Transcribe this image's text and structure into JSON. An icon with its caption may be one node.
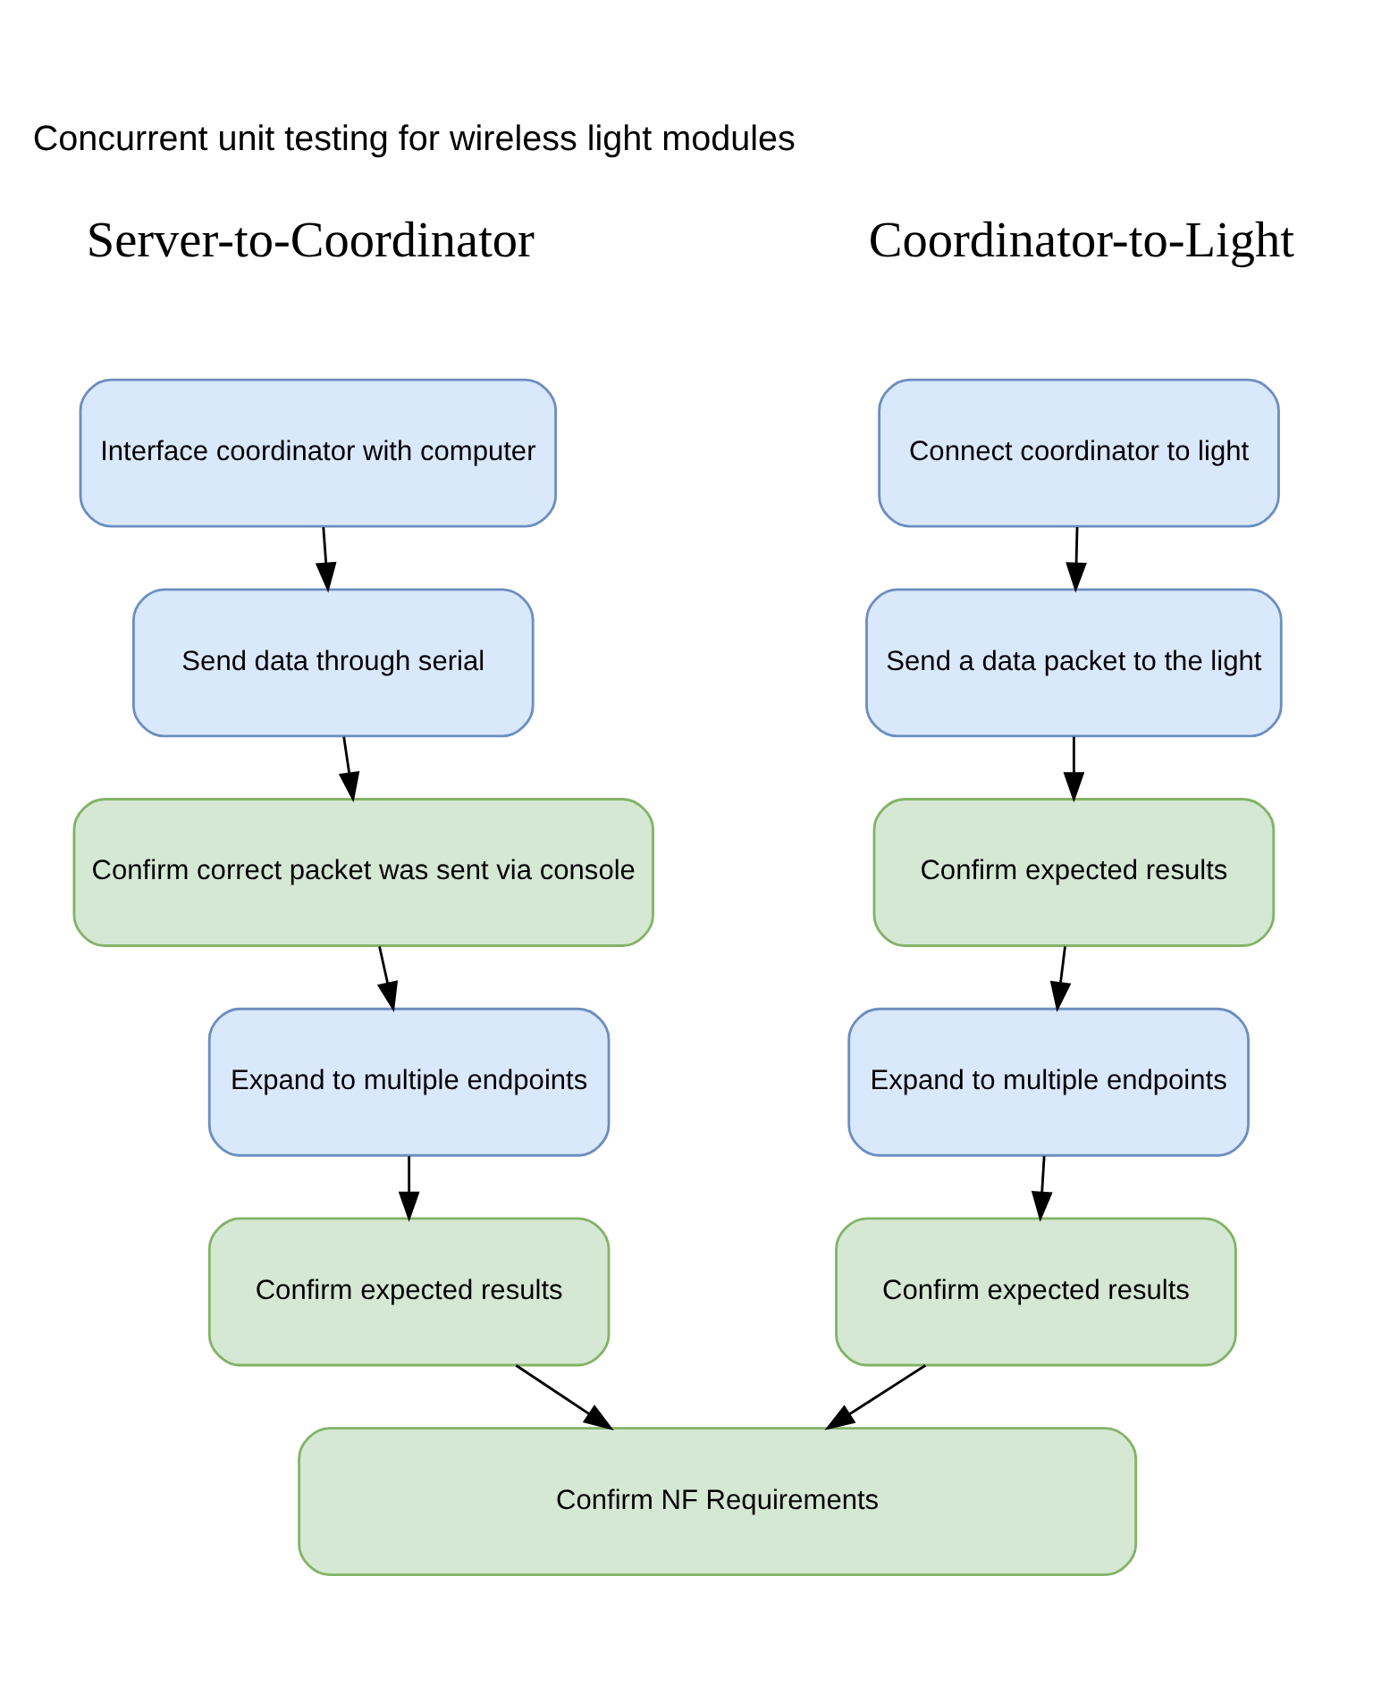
{
  "diagram": {
    "title": "Concurrent unit testing for wireless light modules",
    "nodes": [
      {
        "text": [
          "Interface coordinator with computer"
        ]
      },
      {
        "text": [
          "Send data through serial"
        ]
      },
      {
        "text": [
          "Confirm correct packet was sent via console"
        ]
      },
      {
        "text": [
          "Expand to multiple endpoints"
        ]
      },
      {
        "text": [
          "Confirm expected results"
        ]
      },
      {
        "text": [
          "Connect coordinator to light"
        ]
      },
      {
        "text": [
          "Send a data packet to the light"
        ]
      },
      {
        "text": [
          "Confirm expected results"
        ]
      },
      {
        "text": [
          "Expand to multiple endpoints"
        ]
      },
      {
        "text": [
          "Confirm expected results"
        ]
      },
      {
        "text": [
          "Confirm NF Requirements"
        ]
      }
    ],
    "edges": [
      {
        "from": 0,
        "to": 1,
        "arrow": "to"
      },
      {
        "from": 1,
        "to": 2,
        "arrow": "to"
      },
      {
        "from": 2,
        "to": 3,
        "arrow": "to"
      },
      {
        "from": 3,
        "to": 4,
        "arrow": "to"
      },
      {
        "from": 4,
        "to": 10,
        "arrow": "to"
      },
      {
        "from": 5,
        "to": 6,
        "arrow": "to"
      },
      {
        "from": 6,
        "to": 7,
        "arrow": "to"
      },
      {
        "from": 7,
        "to": 8,
        "arrow": "to"
      },
      {
        "from": 8,
        "to": 9,
        "arrow": "to"
      },
      {
        "from": 9,
        "to": 10,
        "arrow": "to"
      }
    ],
    "labels": [
      "Server-to-Coordinator",
      "Coordinator-to-Light"
    ]
  }
}
